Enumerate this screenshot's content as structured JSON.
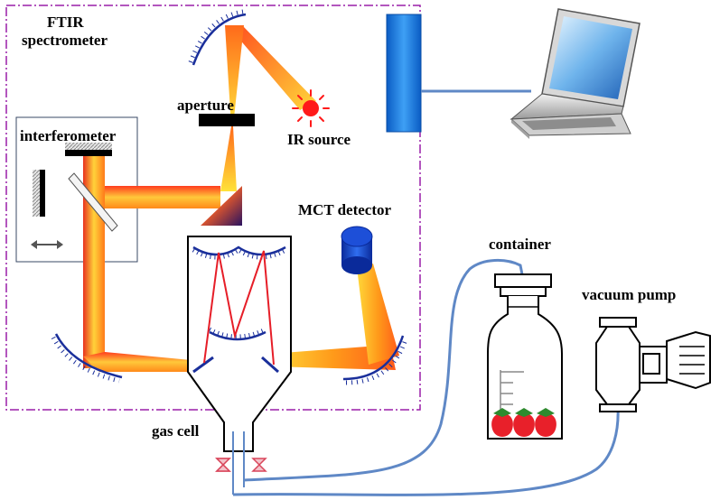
{
  "labels": {
    "ftir_line1": "FTIR",
    "ftir_line2": "spectrometer",
    "aperture": "aperture",
    "ir_source": "IR source",
    "interferometer": "interferometer",
    "mct_detector": "MCT detector",
    "container": "container",
    "vacuum_pump": "vacuum pump",
    "gas_cell": "gas cell"
  },
  "colors": {
    "spectrometer_border": "#9a1fa8",
    "beam_hot": "#e8321e",
    "beam_warm": "#ff9a1a",
    "beam_cool": "#ffe23a",
    "mirror_blue": "#1a2f9b",
    "ir_source_red": "#ff1a1a",
    "laser_path": "#e61e28",
    "tubing": "#5f88c6",
    "computer_blue": "#1e7ad6",
    "detector_blue": "#1d4fd8",
    "valve_red": "#d9455a",
    "strawberry": "#e8202a"
  },
  "icons": [
    "laptop-icon",
    "ir-source-icon",
    "strawberry-icon",
    "valve-icon",
    "double-arrow-icon"
  ]
}
